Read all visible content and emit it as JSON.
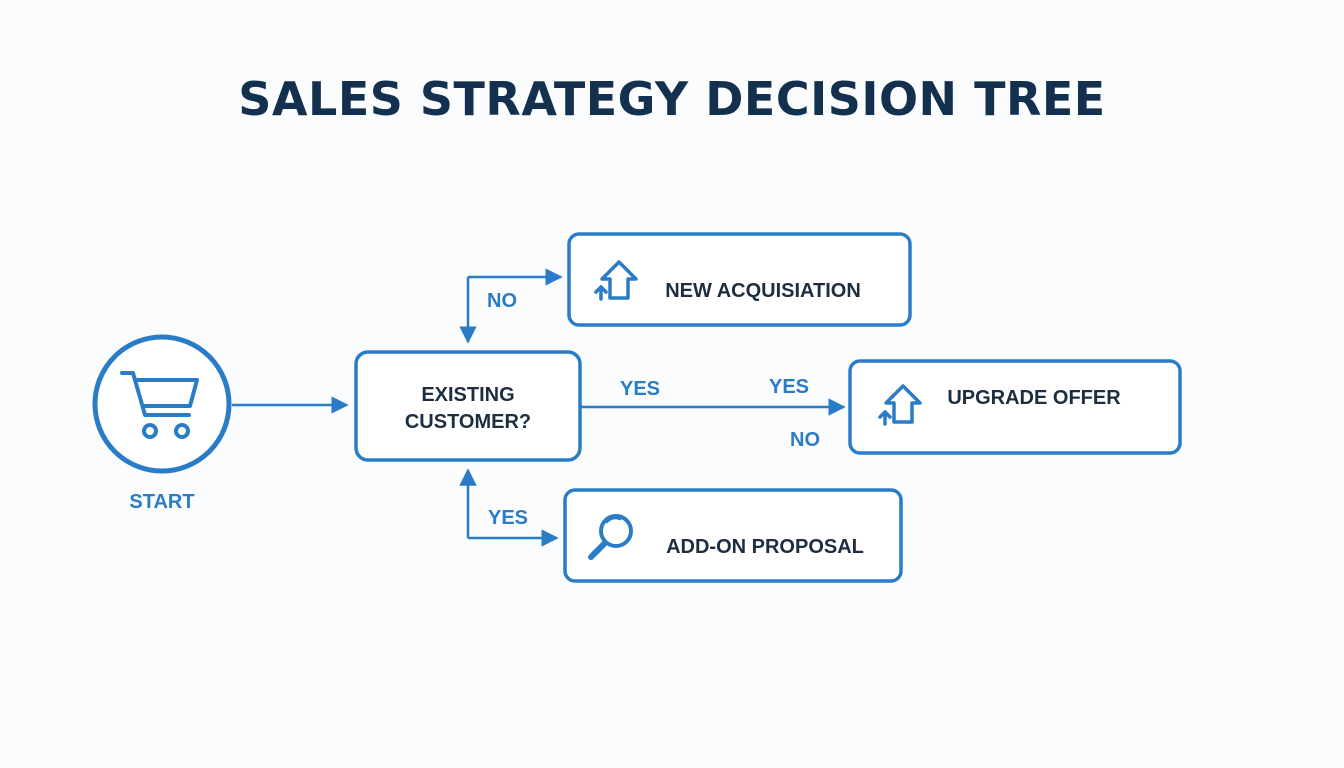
{
  "title": "SALES STRATEGY DECISION TREE",
  "colors": {
    "accent": "#2a7cc7",
    "title": "#14304f",
    "text": "#1d2e40",
    "background": "#fbfcfd"
  },
  "nodes": {
    "start": {
      "label": "START",
      "icon": "shopping-cart-icon"
    },
    "decision": {
      "line1": "EXISTING",
      "line2": "CUSTOMER?"
    },
    "new_acquisition": {
      "label": "NEW ACQUISIATION",
      "icon": "upload-arrow-icon"
    },
    "upgrade_offer": {
      "label": "UPGRADE OFFER",
      "icon": "upload-arrow-icon"
    },
    "addon_proposal": {
      "label": "ADD-ON PROPOSAL",
      "icon": "magnifier-icon"
    }
  },
  "edge_labels": {
    "to_new_acquisition": "NO",
    "yes_left": "YES",
    "yes_right": "YES",
    "no_right": "NO",
    "to_addon_proposal": "YES"
  }
}
